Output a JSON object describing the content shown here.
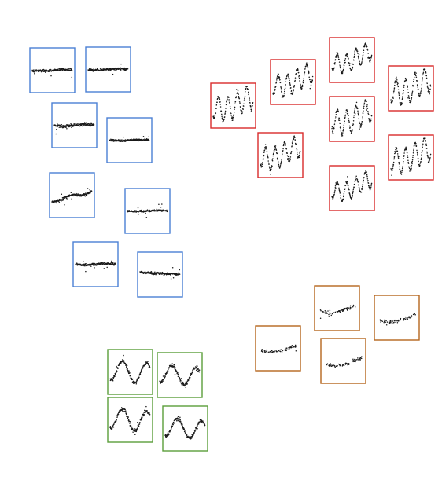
{
  "clusters": [
    {
      "name": "blue",
      "color": "#4a7fd4",
      "panels": [
        {
          "shape": "flat",
          "amp": 0.06,
          "noise": 0.05,
          "seed": 11
        },
        {
          "shape": "flat",
          "amp": 0.05,
          "noise": 0.05,
          "seed": 12
        },
        {
          "shape": "flat",
          "amp": 0.07,
          "noise": 0.07,
          "seed": 13
        },
        {
          "shape": "flat",
          "amp": 0.03,
          "noise": 0.04,
          "seed": 14
        },
        {
          "shape": "rising",
          "amp": 0.2,
          "noise": 0.06,
          "seed": 15
        },
        {
          "shape": "flat",
          "amp": 0.04,
          "noise": 0.04,
          "seed": 16
        },
        {
          "shape": "flat",
          "amp": 0.05,
          "noise": 0.05,
          "seed": 17
        },
        {
          "shape": "falling",
          "amp": 0.08,
          "noise": 0.05,
          "seed": 18
        }
      ]
    },
    {
      "name": "red",
      "color": "#d92b2b",
      "panels": [
        {
          "shape": "oscillating",
          "amp": 0.28,
          "noise": 0.08,
          "seed": 21
        },
        {
          "shape": "oscillating",
          "amp": 0.25,
          "noise": 0.08,
          "seed": 22
        },
        {
          "shape": "oscillating",
          "amp": 0.22,
          "noise": 0.07,
          "seed": 23
        },
        {
          "shape": "oscillating",
          "amp": 0.3,
          "noise": 0.09,
          "seed": 24
        },
        {
          "shape": "oscillating",
          "amp": 0.28,
          "noise": 0.08,
          "seed": 25
        },
        {
          "shape": "oscillating",
          "amp": 0.26,
          "noise": 0.08,
          "seed": 26
        },
        {
          "shape": "oscillating",
          "amp": 0.3,
          "noise": 0.08,
          "seed": 27
        },
        {
          "shape": "oscillating",
          "amp": 0.22,
          "noise": 0.07,
          "seed": 28
        }
      ]
    },
    {
      "name": "orange",
      "color": "#b5651d",
      "panels": [
        {
          "shape": "sparse",
          "amp": 0.08,
          "noise": 0.08,
          "seed": 31
        },
        {
          "shape": "sparse",
          "amp": 0.07,
          "noise": 0.07,
          "seed": 32
        },
        {
          "shape": "sparse",
          "amp": 0.06,
          "noise": 0.06,
          "seed": 33
        },
        {
          "shape": "sparse",
          "amp": 0.1,
          "noise": 0.07,
          "seed": 34
        }
      ]
    },
    {
      "name": "green",
      "color": "#5a9e3a",
      "panels": [
        {
          "shape": "wave",
          "amp": 0.25,
          "noise": 0.07,
          "seed": 41
        },
        {
          "shape": "wave",
          "amp": 0.22,
          "noise": 0.07,
          "seed": 42
        },
        {
          "shape": "wave",
          "amp": 0.25,
          "noise": 0.08,
          "seed": 43
        },
        {
          "shape": "wave",
          "amp": 0.22,
          "noise": 0.07,
          "seed": 44
        }
      ]
    }
  ]
}
